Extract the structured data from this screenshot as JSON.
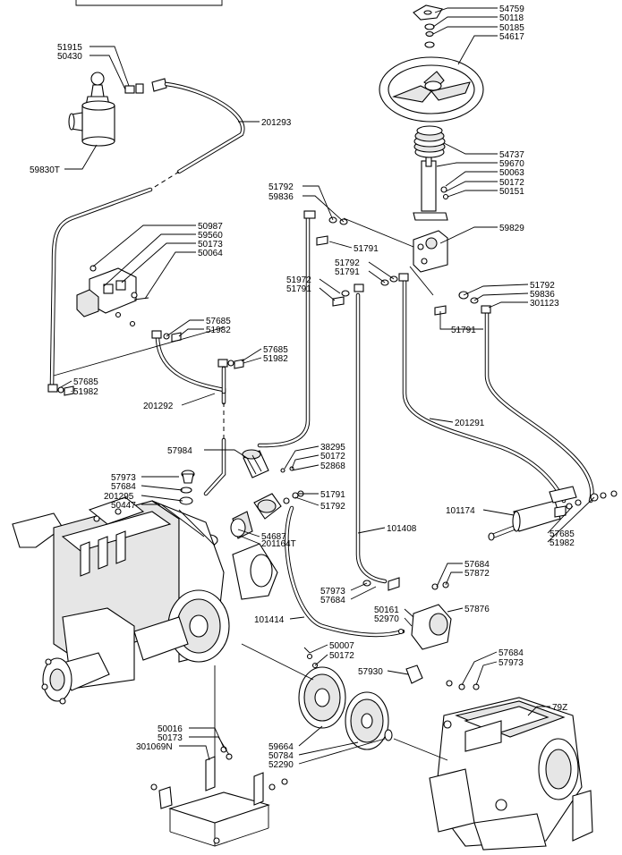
{
  "labels": {
    "l54759": "54759",
    "l50118": "50118",
    "l50185": "50185",
    "l54617": "54617",
    "l51915": "51915",
    "l50430": "50430",
    "l201293": "201293",
    "l59830T": "59830T",
    "l54737": "54737",
    "l59670": "59670",
    "l50063": "50063",
    "l50172a": "50172",
    "l50151": "50151",
    "l51792a": "51792",
    "l59836a": "59836",
    "l59829": "59829",
    "l50987": "50987",
    "l59560": "59560",
    "l50173a": "50173",
    "l50064": "50064",
    "l51791a": "51791",
    "l51792b": "51792",
    "l51791b": "51791",
    "l51972": "51972",
    "l51791c": "51791",
    "l51792c": "51792",
    "l59836b": "59836",
    "l301123": "301123",
    "l51791d": "51791",
    "l57685a": "57685",
    "l51982a": "51982",
    "l57685b": "57685",
    "l51982b": "51982",
    "l57685c": "57685",
    "l51982c": "51982",
    "l201292": "201292",
    "l201291": "201291",
    "l57984": "57984",
    "l38295": "38295",
    "l50172b": "50172",
    "l52868": "52868",
    "l57973a": "57973",
    "l57684a": "57684",
    "l201295": "201295",
    "l50447": "50447",
    "l51791e": "51791",
    "l51792d": "51792",
    "l101174": "101174",
    "l54687": "54687",
    "l201164T": "201164T",
    "l101408": "101408",
    "l57685d": "57685",
    "l51982d": "51982",
    "l57684b": "57684",
    "l57872": "57872",
    "l57973b": "57973",
    "l57684c": "57684",
    "l50161": "50161",
    "l52970": "52970",
    "l57876": "57876",
    "l101414": "101414",
    "l50007": "50007",
    "l50172c": "50172",
    "l57684d": "57684",
    "l57973c": "57973",
    "l57930": "57930",
    "l79Z": "79Z",
    "l50016": "50016",
    "l50173b": "50173",
    "l301069N": "301069N",
    "l59664": "59664",
    "l50784": "50784",
    "l52290": "52290"
  }
}
